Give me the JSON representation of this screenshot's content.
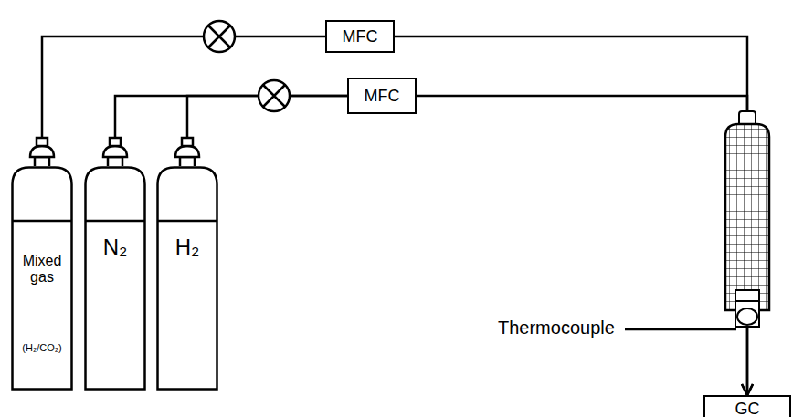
{
  "diagram": {
    "nodes": [
      {
        "text": [
          "Mixed gas",
          "(H₂/CO₂)"
        ]
      },
      {
        "text": [
          "N₂"
        ]
      },
      {
        "text": [
          "H₂"
        ]
      },
      {
        "text": [
          "MFC"
        ]
      },
      {
        "text": [
          "MFC"
        ]
      },
      {
        "text": [
          "GC"
        ]
      }
    ],
    "edges": [
      {
        "from": 0,
        "to": 3,
        "arrow": "none"
      },
      {
        "from": 1,
        "to": 4,
        "arrow": "none"
      },
      {
        "from": 2,
        "to": 4,
        "arrow": "none"
      },
      {
        "from": 3,
        "to": 5,
        "arrow": "to"
      },
      {
        "from": 4,
        "to": 5,
        "arrow": "to"
      }
    ],
    "labels": [
      "Thermocouple"
    ]
  }
}
